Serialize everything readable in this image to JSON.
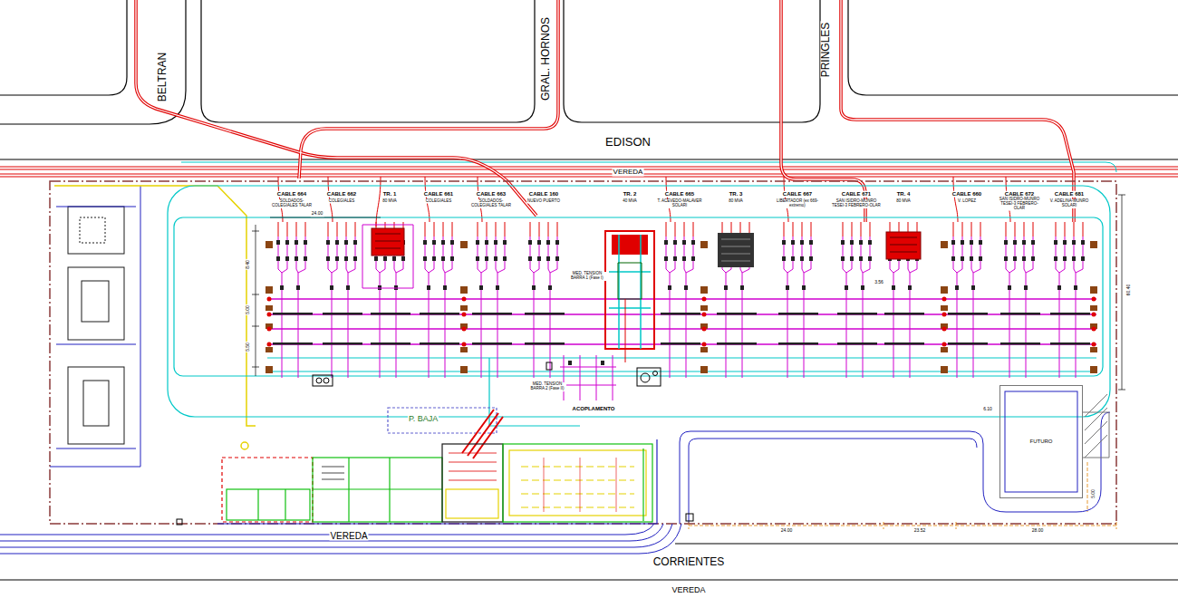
{
  "diagram": {
    "nodes": [
      {
        "text": [
          "P. BAJA"
        ]
      },
      {
        "text": [
          "FUTURO"
        ]
      }
    ],
    "edges": [],
    "labels": [
      "BELTRAN",
      "GRAL. HORNOS",
      "PRINGLES",
      "EDISON",
      "VEREDA",
      "CABLE 664",
      "SOLDADOS-COLEGIALES TALAR",
      "CABLE 662",
      "COLEGIALES",
      "TR. 1",
      "80 MVA",
      "CABLE 661",
      "COLEGIALES",
      "CABLE 663",
      "SOLDADOS-COLEGIALES TALAR",
      "CABLE 160",
      "NUEVO PUERTO",
      "TR. 2",
      "40 MVA",
      "CABLE 665",
      "T. ACEVEDO-MALAVER SOLARI",
      "TR. 3",
      "80 MVA",
      "CABLE 667",
      "LIBERTADOR (ex 669-extremo)",
      "CABLE 671",
      "SAN ISIDRO-MUNRO TESEI-3 FEBRERO-OLAR",
      "TR. 4",
      "80 MVA",
      "CABLE 660",
      "V. LOPEZ",
      "CABLE 672",
      "SAN ISIDRO-MUNRO TESEI-3 FEBRERO-OLAR",
      "CABLE 681",
      "V. ADELINA-MUNRO SOLARI",
      "MED. TENSION BARRA 1 (Fase I)",
      "MED. TENSION BARRA 2 (Fase II)",
      "ACOPLAMENTO",
      "24.00",
      "8.40",
      "5.00",
      "5.50",
      "3.56",
      "60.40",
      "6.10",
      "5.00",
      "24.00",
      "23.52",
      "28.00",
      "VEREDA",
      "CORRIENTES",
      "VEREDA"
    ]
  }
}
